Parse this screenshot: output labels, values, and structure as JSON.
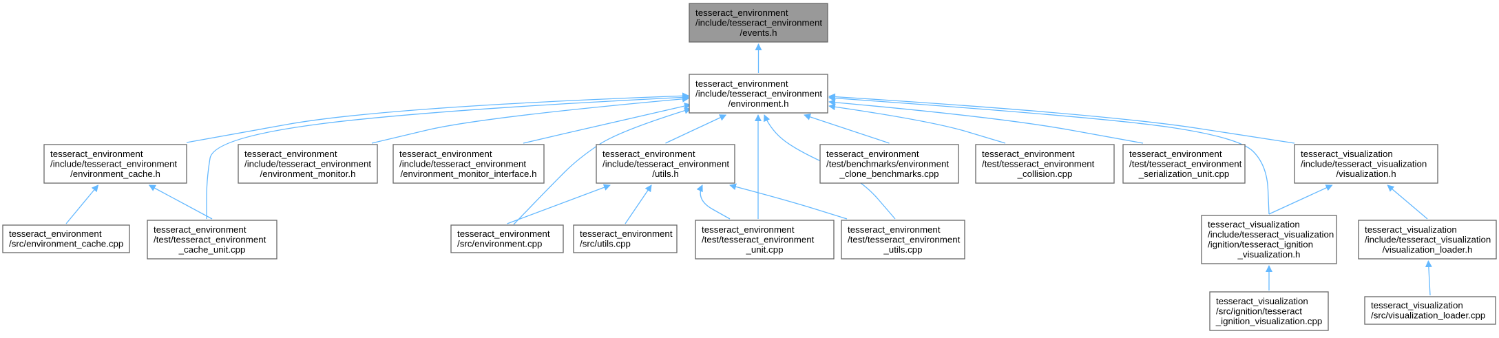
{
  "colors": {
    "edge": "#63b8ff",
    "node_border": "#666666",
    "root_fill": "#999999",
    "node_fill": "#ffffff"
  },
  "nodes": {
    "events": {
      "lines": [
        "tesseract_environment",
        "/include/tesseract_environment",
        "/events.h"
      ]
    },
    "env_h": {
      "lines": [
        "tesseract_environment",
        "/include/tesseract_environment",
        "/environment.h"
      ]
    },
    "env_cache_h": {
      "lines": [
        "tesseract_environment",
        "/include/tesseract_environment",
        "/environment_cache.h"
      ]
    },
    "env_monitor_h": {
      "lines": [
        "tesseract_environment",
        "/include/tesseract_environment",
        "/environment_monitor.h"
      ]
    },
    "env_monitor_iface_h": {
      "lines": [
        "tesseract_environment",
        "/include/tesseract_environment",
        "/environment_monitor_interface.h"
      ]
    },
    "utils_h": {
      "lines": [
        "tesseract_environment",
        "/include/tesseract_environment",
        "/utils.h"
      ]
    },
    "clone_bench": {
      "lines": [
        "tesseract_environment",
        "/test/benchmarks/environment",
        "_clone_benchmarks.cpp"
      ]
    },
    "collision_cpp": {
      "lines": [
        "tesseract_environment",
        "/test/tesseract_environment",
        "_collision.cpp"
      ]
    },
    "serialization_cpp": {
      "lines": [
        "tesseract_environment",
        "/test/tesseract_environment",
        "_serialization_unit.cpp"
      ]
    },
    "vis_h": {
      "lines": [
        "tesseract_visualization",
        "/include/tesseract_visualization",
        "/visualization.h"
      ]
    },
    "src_env_cache": {
      "lines": [
        "tesseract_environment",
        "/src/environment_cache.cpp"
      ]
    },
    "cache_unit": {
      "lines": [
        "tesseract_environment",
        "/test/tesseract_environment",
        "_cache_unit.cpp"
      ]
    },
    "src_env_cpp": {
      "lines": [
        "tesseract_environment",
        "/src/environment.cpp"
      ]
    },
    "src_utils_cpp": {
      "lines": [
        "tesseract_environment",
        "/src/utils.cpp"
      ]
    },
    "unit_cpp": {
      "lines": [
        "tesseract_environment",
        "/test/tesseract_environment",
        "_unit.cpp"
      ]
    },
    "utils_cpp": {
      "lines": [
        "tesseract_environment",
        "/test/tesseract_environment",
        "_utils.cpp"
      ]
    },
    "ign_vis_h": {
      "lines": [
        "tesseract_visualization",
        "/include/tesseract_visualization",
        "/ignition/tesseract_ignition",
        "_visualization.h"
      ]
    },
    "vis_loader_h": {
      "lines": [
        "tesseract_visualization",
        "/include/tesseract_visualization",
        "/visualization_loader.h"
      ]
    },
    "ign_vis_cpp": {
      "lines": [
        "tesseract_visualization",
        "/src/ignition/tesseract",
        "_ignition_visualization.cpp"
      ]
    },
    "vis_loader_cpp": {
      "lines": [
        "tesseract_visualization",
        "/src/visualization_loader.cpp"
      ]
    }
  },
  "edges": [
    [
      "env_h",
      "events"
    ],
    [
      "env_cache_h",
      "env_h"
    ],
    [
      "cache_unit",
      "env_h"
    ],
    [
      "env_monitor_h",
      "env_h"
    ],
    [
      "env_monitor_iface_h",
      "env_h"
    ],
    [
      "src_env_cpp",
      "env_h"
    ],
    [
      "utils_h",
      "env_h"
    ],
    [
      "unit_cpp",
      "env_h"
    ],
    [
      "utils_cpp",
      "env_h"
    ],
    [
      "clone_bench",
      "env_h"
    ],
    [
      "collision_cpp",
      "env_h"
    ],
    [
      "serialization_cpp",
      "env_h"
    ],
    [
      "ign_vis_h",
      "env_h"
    ],
    [
      "vis_h",
      "env_h"
    ],
    [
      "src_env_cache",
      "env_cache_h"
    ],
    [
      "cache_unit",
      "env_cache_h"
    ],
    [
      "src_env_cpp",
      "utils_h"
    ],
    [
      "src_utils_cpp",
      "utils_h"
    ],
    [
      "unit_cpp",
      "utils_h"
    ],
    [
      "utils_cpp",
      "utils_h"
    ],
    [
      "ign_vis_h",
      "vis_h"
    ],
    [
      "vis_loader_h",
      "vis_h"
    ],
    [
      "ign_vis_cpp",
      "ign_vis_h"
    ],
    [
      "vis_loader_cpp",
      "vis_loader_h"
    ]
  ]
}
